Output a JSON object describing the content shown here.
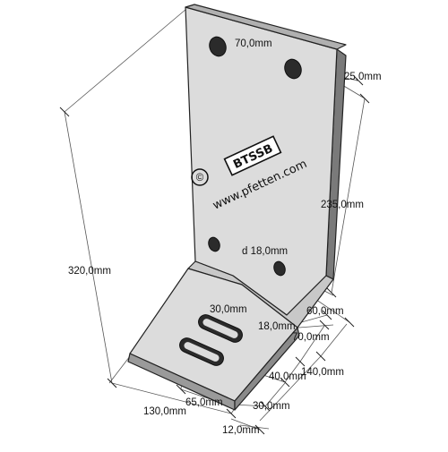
{
  "product": {
    "logo_label": "BTSSB",
    "website": "www.pfetten.com",
    "copyright_symbol": "©"
  },
  "dimensions": {
    "hole_spacing_top": "70,0mm",
    "edge_offset_top": "25,0mm",
    "vertical_hole_span": "235,0mm",
    "total_height": "320,0mm",
    "hole_diameter": "d 18,0mm",
    "slot_length": "30,0mm",
    "slot_width": "18,0mm",
    "base_offset_a": "60,0mm",
    "base_offset_b": "70,0mm",
    "base_offset_c": "40,0mm",
    "base_depth": "140,0mm",
    "base_width": "130,0mm",
    "slot_position": "65,0mm",
    "slot_edge": "30,0mm",
    "thickness": "12,0mm"
  },
  "colors": {
    "plate_face": "#dcdcdc",
    "plate_shadow": "#7a7a7a",
    "plate_edge": "#b0b0b0",
    "hole_fill": "#2b2b2b"
  }
}
